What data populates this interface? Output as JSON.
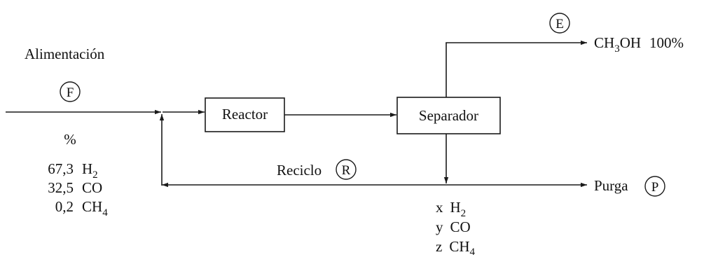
{
  "feed": {
    "label": "Alimentación",
    "stream_letter": "F",
    "percent_header": "%",
    "components": [
      {
        "value": "67,3",
        "species": "H",
        "sub": "2"
      },
      {
        "value": "32,5",
        "species": "CO",
        "sub": ""
      },
      {
        "value": "0,2",
        "species": "CH",
        "sub": "4"
      }
    ]
  },
  "units": {
    "reactor": "Reactor",
    "separator": "Separador"
  },
  "product": {
    "stream_letter": "E",
    "formula_a": "CH",
    "formula_sub": "3",
    "formula_b": "OH",
    "purity": "100%"
  },
  "recycle": {
    "label": "Reciclo",
    "stream_letter": "R"
  },
  "purge": {
    "label": "Purga",
    "stream_letter": "P",
    "components": [
      {
        "var": "x",
        "species": "H",
        "sub": "2"
      },
      {
        "var": "y",
        "species": "CO",
        "sub": ""
      },
      {
        "var": "z",
        "species": "CH",
        "sub": "4"
      }
    ]
  }
}
